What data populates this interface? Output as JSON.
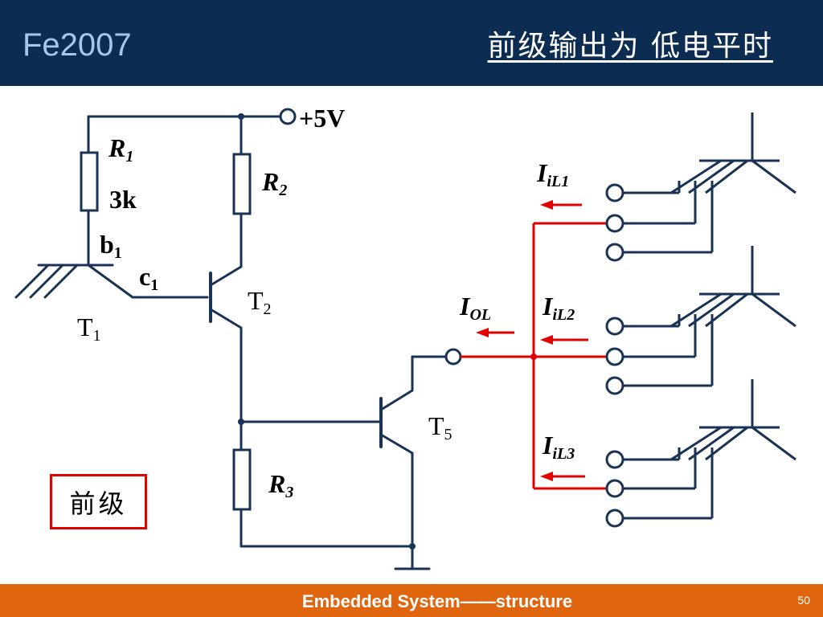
{
  "header": {
    "brand": "Fe2007",
    "title": "前级输出为 低电平时"
  },
  "footer": {
    "text": "Embedded System——structure",
    "page": "50"
  },
  "labels": {
    "supply": "+5V",
    "r1": "R",
    "r1_sub": "1",
    "r1_value": "3k",
    "r2": "R",
    "r2_sub": "2",
    "r3": "R",
    "r3_sub": "3",
    "b1": "b",
    "b1_sub": "1",
    "c1": "c",
    "c1_sub": "1",
    "t1": "T",
    "t1_sub": "1",
    "t2": "T",
    "t2_sub": "2",
    "t5": "T",
    "t5_sub": "5",
    "iol": "I",
    "iol_sub": "OL",
    "iil1": "I",
    "iil1_sub": "iL1",
    "iil2": "I",
    "iil2_sub": "iL2",
    "iil3": "I",
    "iil3_sub": "iL3"
  },
  "stage_box": "前级",
  "colors": {
    "header_bg": "#0d2c52",
    "footer_bg": "#e0650f",
    "wire": "#1a3355",
    "current": "#e00000",
    "brand": "#a9c6ea"
  }
}
